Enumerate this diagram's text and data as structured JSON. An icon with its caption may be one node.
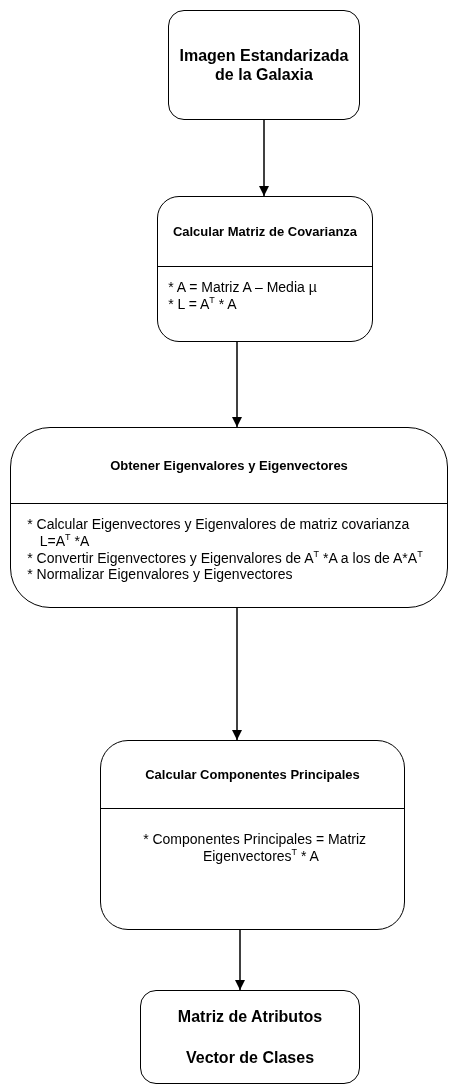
{
  "diagram": {
    "nodes": [
      {
        "text": [
          "Imagen Estandarizada de la Galaxia"
        ]
      },
      {
        "text": [
          "Calcular Matriz de Covarianza",
          "* A = Matriz A – Media µ",
          "* L = A$^{T}$ * A"
        ]
      },
      {
        "text": [
          "Obtener Eigenvalores y Eigenvectores",
          "* Calcular Eigenvectores y Eigenvalores de matriz covarianza L=A$^{T}$ *A",
          "* Convertir Eigenvectores y Eigenvalores de A$^{T}$ *A a los de A*A$^{T}$",
          "* Normalizar Eigenvalores y Eigenvectores"
        ]
      },
      {
        "text": [
          "Calcular Componentes Principales",
          "* Componentes Principales = Matriz Eigenvectores$^{T}$ * A"
        ]
      },
      {
        "text": [
          "Matriz de Atributos",
          "Vector de Clases"
        ]
      }
    ],
    "edges": [
      {
        "from": 0,
        "to": 1,
        "arrow": "to"
      },
      {
        "from": 1,
        "to": 2,
        "arrow": "to"
      },
      {
        "from": 2,
        "to": 3,
        "arrow": "to"
      },
      {
        "from": 3,
        "to": 4,
        "arrow": "to"
      }
    ]
  }
}
